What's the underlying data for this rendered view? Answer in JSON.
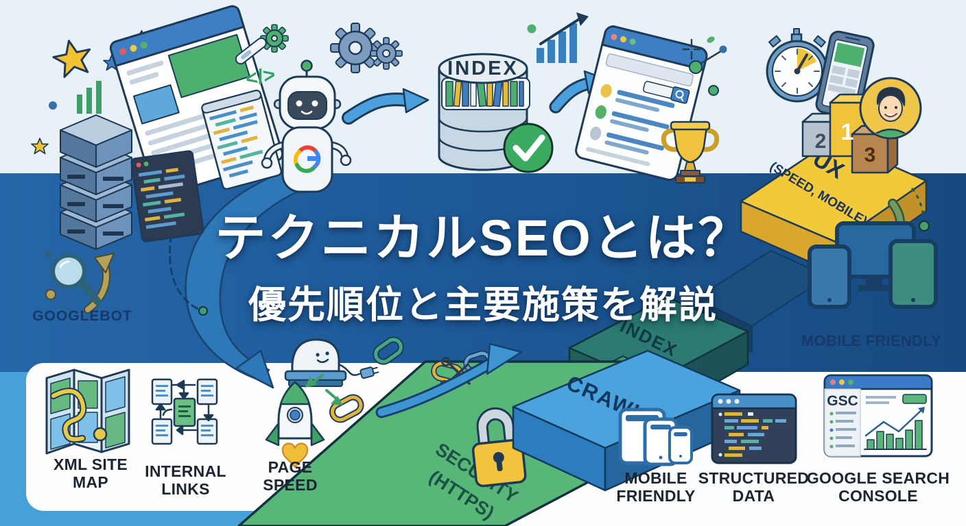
{
  "header": {
    "title_line1": "テクニカルSEOとは？",
    "title_line2": "優先順位と主要施策を解説"
  },
  "funnel_steps": {
    "security_line1": "SECURITY",
    "security_line2": "(HTTPS)",
    "crawl": "CRAWL",
    "index": "INDEX",
    "ux_line1": "UX",
    "ux_line2": "(SPEED, MOBILE)"
  },
  "captions": {
    "googlebot": "GOOGLEBOT",
    "xml_sitemap": "XML SITE MAP",
    "internal_links": "INTERNAL LINKS",
    "page_speed": "PAGE SPEED",
    "mobile_friendly_bottom": "MOBILE FRIENDLY",
    "structured_data": "STRUCTURED DATA",
    "google_search_console": "GOOGLE SEARCH CONSOLE",
    "mobile_friendly_right": "MOBILE FRIENDLY"
  },
  "index_database": {
    "label": "INDEX"
  },
  "podium": {
    "first": "1",
    "second": "2",
    "third": "3"
  },
  "gsc_window": {
    "sidebar_title": "GSC"
  },
  "icons": {
    "code_symbol": "</>"
  },
  "colors": {
    "band_blue": "#1e5b9a",
    "light_bg": "#e9f1f8",
    "bottom_panel_blue": "#47a1d9",
    "security_green": "#57b578",
    "crawl_blue": "#4aa3dc",
    "index_teal": "#2c7a72",
    "ux_yellow": "#f3c93c",
    "accent_green": "#4db06e",
    "accent_yellow": "#f2c33c",
    "outline_navy": "#1d3a57",
    "title_white": "#ffffff"
  }
}
